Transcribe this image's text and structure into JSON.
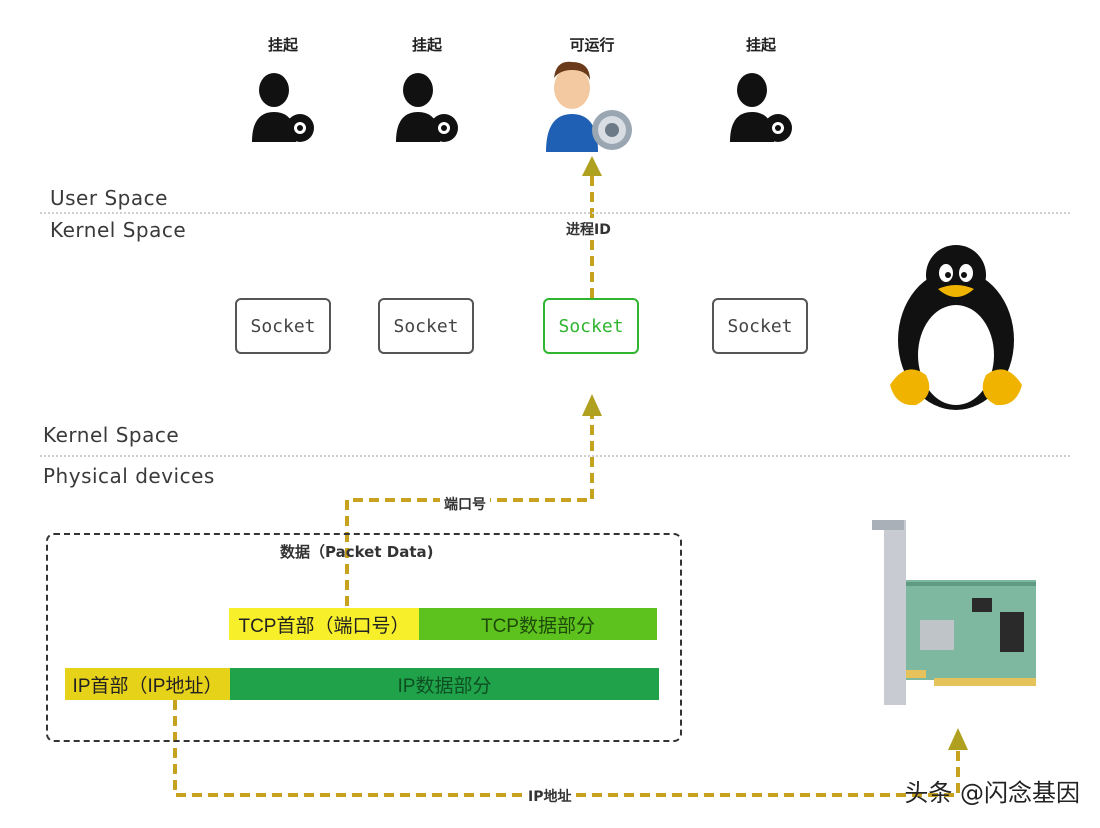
{
  "processes": [
    {
      "status": "挂起",
      "state": "suspended"
    },
    {
      "status": "挂起",
      "state": "suspended"
    },
    {
      "status": "可运行",
      "state": "running"
    },
    {
      "status": "挂起",
      "state": "suspended"
    }
  ],
  "layers": {
    "user_space": "User Space",
    "kernel_space_top": "Kernel Space",
    "kernel_space_bottom": "Kernel Space",
    "physical_devices": "Physical devices"
  },
  "sockets": [
    "Socket",
    "Socket",
    "Socket",
    "Socket"
  ],
  "arrows": {
    "process_id_label": "进程ID",
    "port_label": "端口号",
    "ip_address_label": "IP地址"
  },
  "packet": {
    "title": "数据（Packet Data)",
    "tcp_header": "TCP首部（端口号）",
    "tcp_data": "TCP数据部分",
    "ip_header": "IP首部（IP地址）",
    "ip_data": "IP数据部分"
  },
  "watermark": "头条 @闪念基因",
  "colors": {
    "arrow": "#c7a21e",
    "socket_active": "#2fb52f",
    "tcp_header": "#f7ef2a",
    "tcp_data": "#5ec21e",
    "ip_header": "#e7d21a",
    "ip_data": "#1fa24a"
  }
}
